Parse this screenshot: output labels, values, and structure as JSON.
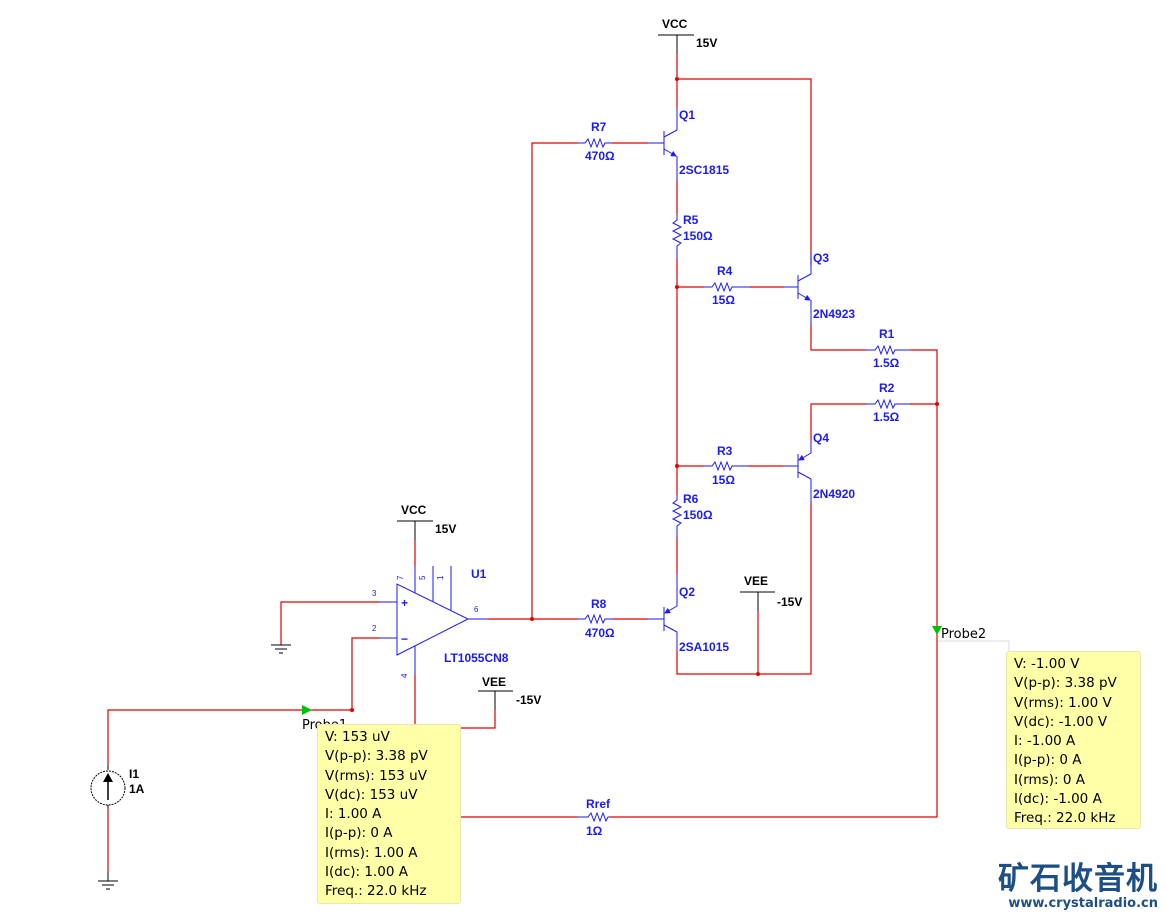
{
  "colors": {
    "wire": "#e00000",
    "component": "#1a1aff",
    "probe": "#00c000",
    "tooltip_bg": "#ffffa8",
    "watermark": "#1d4f86"
  },
  "components": {
    "vcc_top": {
      "name": "VCC",
      "value": "15V"
    },
    "vcc_opamp": {
      "name": "VCC",
      "value": "15V"
    },
    "vee_right": {
      "name": "VEE",
      "value": "-15V"
    },
    "vee_opamp": {
      "name": "VEE",
      "value": "-15V"
    },
    "q1": {
      "ref": "Q1",
      "part": "2SC1815"
    },
    "q2": {
      "ref": "Q2",
      "part": "2SA1015"
    },
    "q3": {
      "ref": "Q3",
      "part": "2N4923"
    },
    "q4": {
      "ref": "Q4",
      "part": "2N4920"
    },
    "r1": {
      "ref": "R1",
      "value": "1.5Ω"
    },
    "r2": {
      "ref": "R2",
      "value": "1.5Ω"
    },
    "r3": {
      "ref": "R3",
      "value": "15Ω"
    },
    "r4": {
      "ref": "R4",
      "value": "15Ω"
    },
    "r5": {
      "ref": "R5",
      "value": "150Ω"
    },
    "r6": {
      "ref": "R6",
      "value": "150Ω"
    },
    "r7": {
      "ref": "R7",
      "value": "470Ω"
    },
    "r8": {
      "ref": "R8",
      "value": "470Ω"
    },
    "rref": {
      "ref": "Rref",
      "value": "1Ω"
    },
    "u1": {
      "ref": "U1",
      "part": "LT1055CN8",
      "pins": {
        "p3": "3",
        "p2": "2",
        "p6": "6",
        "p7": "7",
        "p5": "5",
        "p1": "1",
        "p4": "4",
        "plus": "+",
        "minus": "−"
      }
    },
    "i1": {
      "ref": "I1",
      "value": "1A"
    }
  },
  "probes": {
    "probe1": {
      "name": "Probe1",
      "readings": [
        "V: 153 uV",
        "V(p-p): 3.38 pV",
        "V(rms): 153 uV",
        "V(dc): 153 uV",
        "I: 1.00 A",
        "I(p-p): 0 A",
        "I(rms): 1.00 A",
        "I(dc): 1.00 A",
        "Freq.: 22.0 kHz"
      ]
    },
    "probe2": {
      "name": "Probe2",
      "readings": [
        "V: -1.00 V",
        "V(p-p): 3.38 pV",
        "V(rms): 1.00 V",
        "V(dc): -1.00 V",
        "I: -1.00 A",
        "I(p-p): 0 A",
        "I(rms): 0 A",
        "I(dc): -1.00 A",
        "Freq.: 22.0 kHz"
      ]
    }
  },
  "watermark": {
    "title": "矿石收音机",
    "url": "www.crystalradio.cn"
  }
}
